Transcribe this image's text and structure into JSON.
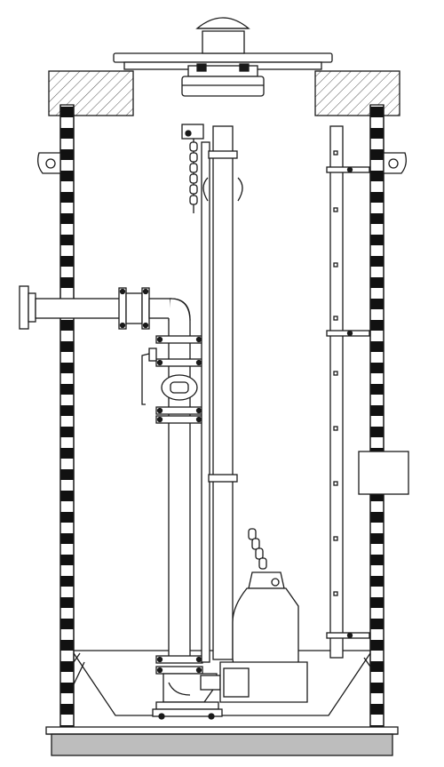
{
  "diagram": {
    "kind": "pump-station-cross-section",
    "colors": {
      "line": "#1a1a1a",
      "fill": "#ffffff",
      "concrete_hatch": "#555555",
      "base": "#bdbdbd",
      "wall_stripe": "#111111"
    },
    "icons": {
      "manhole-cover": "mushroom-vent",
      "ladder": "fixed-ladder",
      "pump": "submersible-pump",
      "valve": "gate-valve",
      "chain": "lifting-chain"
    }
  }
}
